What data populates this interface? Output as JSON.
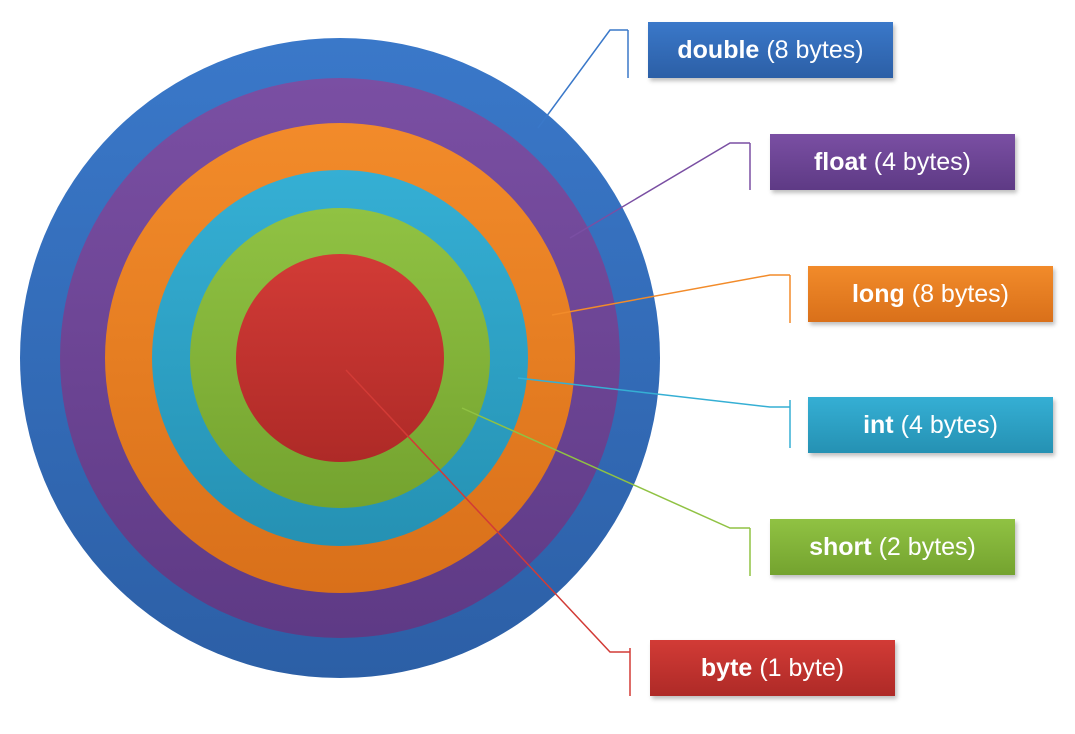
{
  "layers": [
    {
      "key": "double",
      "type": "double",
      "size": "(8 bytes)",
      "color": "#3a78c9",
      "color_dark": "#2c5fa6"
    },
    {
      "key": "float",
      "type": "float",
      "size": "(4 bytes)",
      "color": "#7a4fa3",
      "color_dark": "#5e3a85"
    },
    {
      "key": "long",
      "type": "long",
      "size": "(8 bytes)",
      "color": "#f28b2a",
      "color_dark": "#d9701a"
    },
    {
      "key": "int",
      "type": "int",
      "size": "(4 bytes)",
      "color": "#35afd4",
      "color_dark": "#2591b3"
    },
    {
      "key": "short",
      "type": "short",
      "size": "(2 bytes)",
      "color": "#90c243",
      "color_dark": "#74a32f"
    },
    {
      "key": "byte",
      "type": "byte",
      "size": "(1 byte)",
      "color": "#d23b36",
      "color_dark": "#ae2a27"
    }
  ]
}
